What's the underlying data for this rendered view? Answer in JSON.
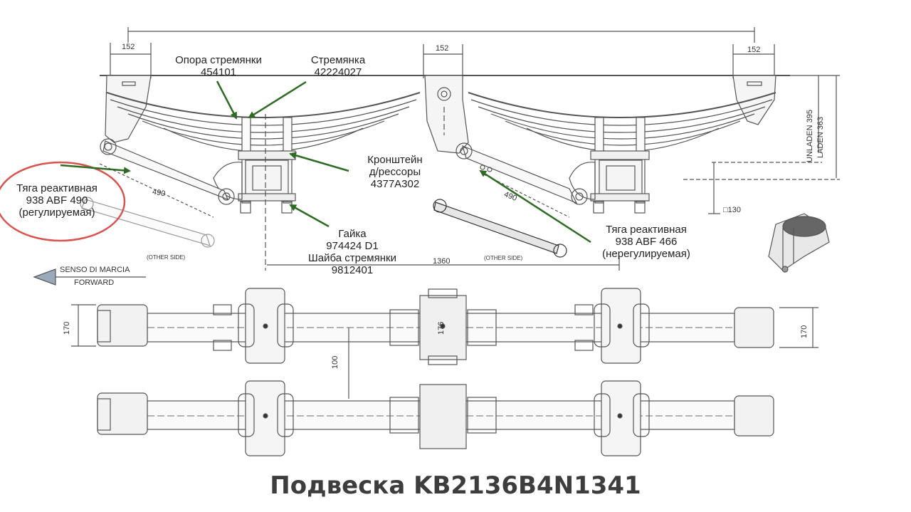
{
  "title": "Подвеска KB2136B4N1341",
  "colors": {
    "arrow": "#2e6b23",
    "highlight": "#d9534f",
    "line": "#555555",
    "text": "#222222"
  },
  "labels": {
    "opora": {
      "name": "Опора стремянки",
      "code": "454101"
    },
    "stremyanka": {
      "name": "Стремянка",
      "code": "42224027"
    },
    "kronshtein": {
      "line1": "Кронштейн",
      "line2": "д/рессоры",
      "code": "4377A302"
    },
    "tyaga_left": {
      "line1": "Тяга реактивная",
      "line2": "938 ABF 490",
      "line3": "(регулируемая)"
    },
    "tyaga_right": {
      "line1": "Тяга реактивная",
      "line2": "938 ABF 466",
      "line3": "(нерегулируемая)"
    },
    "gaika": {
      "line1": "Гайка",
      "line2": "974424 D1",
      "line3": "Шайба стремянки",
      "line4": "9812401"
    }
  },
  "dimensions": {
    "d152_left": "152",
    "d152_mid": "152",
    "d152_right": "152",
    "d490_left": "490",
    "d490_right": "490",
    "d1360": "1360",
    "d130": "□130",
    "d170_left": "170",
    "d170_right": "170",
    "d176": "176",
    "d100": "100",
    "unladen": "UNLADEN 395",
    "laden": "LADEN 363"
  },
  "notes": {
    "other_side_left": "(OTHER SIDE)",
    "other_side_right": "(OTHER SIDE)"
  },
  "direction": {
    "line1": "SENSO DI MARCIA",
    "line2": "FORWARD"
  }
}
